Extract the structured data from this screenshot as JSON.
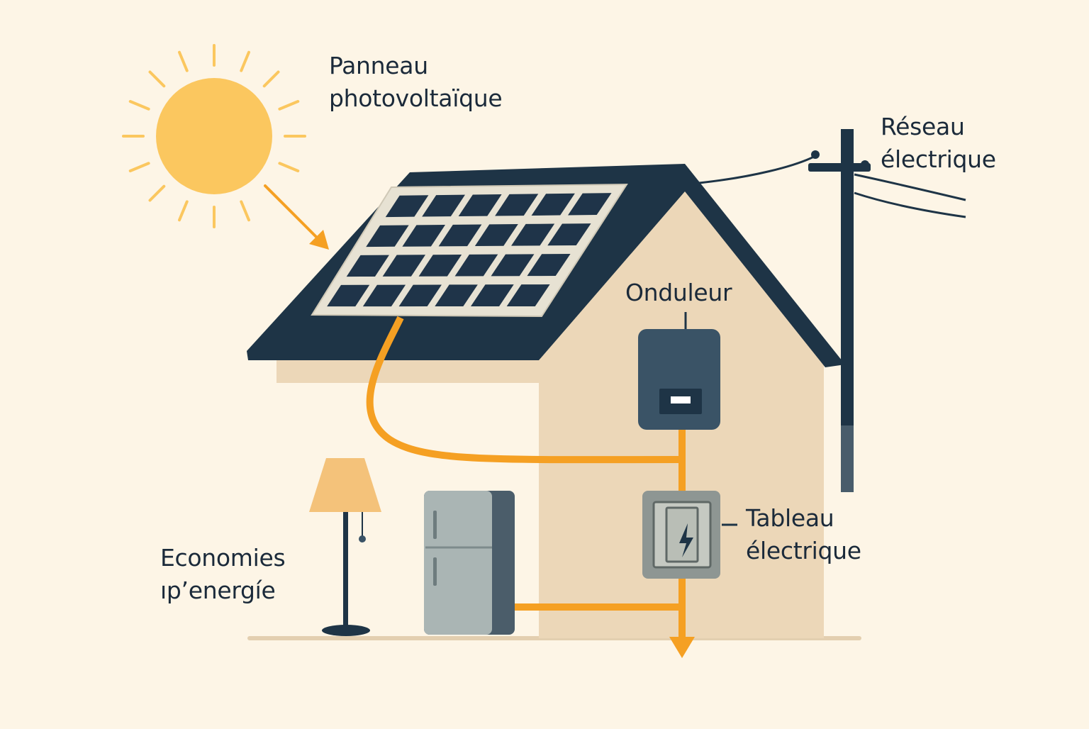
{
  "labels": {
    "panel": {
      "line1": "Panneau",
      "line2": "photovoltaïque"
    },
    "grid": {
      "line1": "Réseau",
      "line2": "électrique"
    },
    "inverter": {
      "line1": "Onduleur"
    },
    "breaker": {
      "line1": "Tableau",
      "line2": "électrique"
    },
    "savings": {
      "line1": "Economies",
      "line2": "ıp’energíe"
    }
  },
  "icons": [
    "sun-icon",
    "solar-panel-icon",
    "inverter-icon",
    "breaker-panel-icon",
    "lightning-icon",
    "utility-pole-icon",
    "floor-lamp-icon",
    "refrigerator-icon"
  ],
  "colors": {
    "background": "#fdf5e6",
    "roof": "#1e3446",
    "wall": "#ecd7b8",
    "sun": "#fbc75f",
    "energy_flow": "#f5a023",
    "panel_cell": "#1f3449",
    "inverter": "#3a5366",
    "text": "#1b2a3a"
  }
}
